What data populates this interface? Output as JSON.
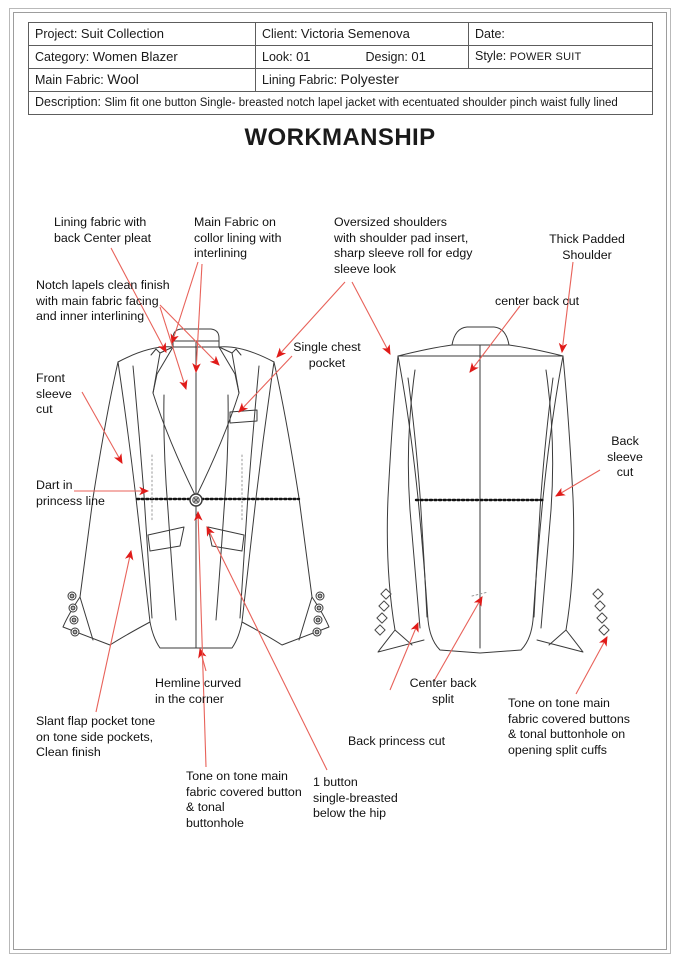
{
  "document": {
    "title": "WORKMANSHIP"
  },
  "spec_table": {
    "rows": [
      [
        {
          "label": "Project:",
          "value": "Suit Collection"
        },
        {
          "label": "Client:",
          "value": "Victoria Semenova"
        },
        {
          "label": "Date:",
          "value": ""
        }
      ],
      [
        {
          "label": "Category:",
          "value": "Women Blazer"
        },
        {
          "label": "Look:",
          "value": "01",
          "label2": "Design:",
          "value2": "01"
        },
        {
          "label": "Style:",
          "value": "POWER SUIT"
        }
      ],
      [
        {
          "label": "Main Fabric:",
          "value": "Wool"
        },
        {
          "label": "Lining Fabric:",
          "value": "Polyester"
        }
      ]
    ],
    "description": {
      "label": "Description:",
      "value": "Slim fit one button Single- breasted notch lapel jacket with ecentuated shoulder pinch waist fully lined"
    }
  },
  "annotations": [
    {
      "id": "lining-back-pleat",
      "text": "Lining fabric with\nback Center pleat"
    },
    {
      "id": "main-fabric-collar",
      "text": "Main Fabric on\ncollor lining with\ninterlining"
    },
    {
      "id": "oversized-shoulders",
      "text": "Oversized shoulders\nwith shoulder pad insert,\nsharp sleeve roll for edgy\nsleeve look"
    },
    {
      "id": "thick-padded-shoulder",
      "text": "Thick Padded\nShoulder"
    },
    {
      "id": "notch-lapels",
      "text": "Notch lapels clean finish\nwith main fabric facing\nand inner interlining"
    },
    {
      "id": "center-back-cut",
      "text": "center back cut"
    },
    {
      "id": "single-chest-pocket",
      "text": "Single chest\npocket"
    },
    {
      "id": "front-sleeve-cut",
      "text": "Front\nsleeve\ncut"
    },
    {
      "id": "back-sleeve-cut",
      "text": "Back\nsleeve\ncut"
    },
    {
      "id": "dart-princess-line",
      "text": "Dart in\nprincess line"
    },
    {
      "id": "hemline-curved",
      "text": "Hemline curved\nin the corner"
    },
    {
      "id": "slant-flap-pocket",
      "text": "Slant flap pocket tone\non tone side pockets,\nClean finish"
    },
    {
      "id": "tone-on-tone-button",
      "text": "Tone on tone main\nfabric covered button\n & tonal\nbuttonhole"
    },
    {
      "id": "one-button-breasted",
      "text": "1 button\n single-breasted\nbelow the hip"
    },
    {
      "id": "back-princess-cut",
      "text": "Back princess cut"
    },
    {
      "id": "center-back-split",
      "text": "Center back\nsplit"
    },
    {
      "id": "tone-on-tone-cuffs",
      "text": "Tone on tone main\n fabric covered buttons\n& tonal buttonhole on\nopening split cuffs"
    }
  ],
  "colors": {
    "leader_line": "#e8625a",
    "arrow_head": "#e01b19",
    "garment_line": "#3a3a3a",
    "frame": "#9d9d9d",
    "table_border": "#5d5d5d"
  },
  "technical_drawings": [
    {
      "id": "front-view",
      "label": "front-jacket-technical-flat"
    },
    {
      "id": "back-view",
      "label": "back-jacket-technical-flat"
    }
  ]
}
